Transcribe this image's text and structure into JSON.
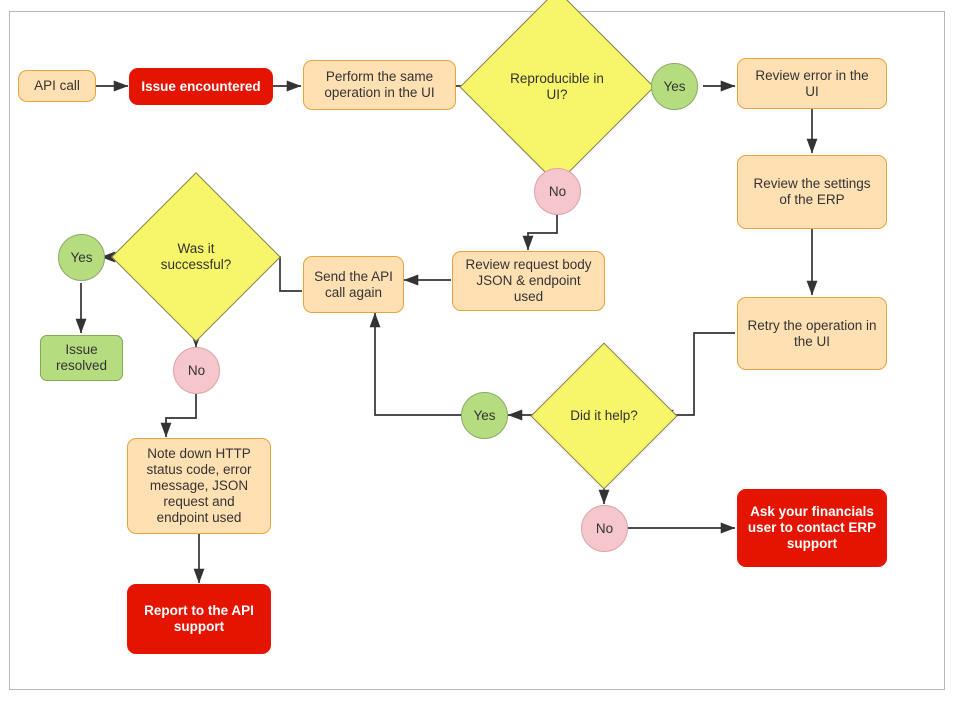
{
  "diagram": {
    "title": "API issue troubleshooting flowchart",
    "colors": {
      "process_fill": "#ffe0b3",
      "process_stroke": "#e8a33d",
      "decision_fill": "#f7f56a",
      "decision_stroke": "#808050",
      "terminal_red": "#e51400",
      "yes_green": "#b5dd80",
      "no_pink": "#f5c6cb",
      "edge": "#333333",
      "frame_border": "#b8b8b8",
      "background": "#ffffff"
    },
    "nodes": {
      "api_call": {
        "label": "API call",
        "shape": "process"
      },
      "issue_encountered": {
        "label": "Issue encountered",
        "shape": "terminal"
      },
      "perform_same_op": {
        "label": "Perform the same\noperation in the UI",
        "shape": "process"
      },
      "reproducible": {
        "label": "Reproducible in\nUI?",
        "shape": "decision"
      },
      "reproducible_yes": {
        "label": "Yes",
        "shape": "connector-yes"
      },
      "reproducible_no": {
        "label": "No",
        "shape": "connector-no"
      },
      "review_error_ui": {
        "label": "Review error in the\nUI",
        "shape": "process"
      },
      "review_settings_erp": {
        "label": "Review the settings\nof the ERP",
        "shape": "process"
      },
      "retry_operation_ui": {
        "label": "Retry the operation in\nthe UI",
        "shape": "process"
      },
      "did_it_help": {
        "label": "Did it help?",
        "shape": "decision"
      },
      "did_it_help_yes": {
        "label": "Yes",
        "shape": "connector-yes"
      },
      "did_it_help_no": {
        "label": "No",
        "shape": "connector-no"
      },
      "ask_financials_user": {
        "label": "Ask your financials\nuser to contact ERP\nsupport",
        "shape": "terminal"
      },
      "review_request_body": {
        "label": "Review request body\nJSON & endpoint\nused",
        "shape": "process"
      },
      "send_api_call_again": {
        "label": "Send the API\ncall again",
        "shape": "process"
      },
      "was_it_successful": {
        "label": "Was it\nsuccessful?",
        "shape": "decision"
      },
      "successful_yes": {
        "label": "Yes",
        "shape": "connector-yes"
      },
      "successful_no": {
        "label": "No",
        "shape": "connector-no"
      },
      "issue_resolved": {
        "label": "Issue\nresolved",
        "shape": "result"
      },
      "note_down_http": {
        "label": "Note down HTTP\nstatus code, error\nmessage, JSON\nrequest and\nendpoint used",
        "shape": "process"
      },
      "report_api_support": {
        "label": "Report to the API\nsupport",
        "shape": "terminal"
      }
    }
  }
}
